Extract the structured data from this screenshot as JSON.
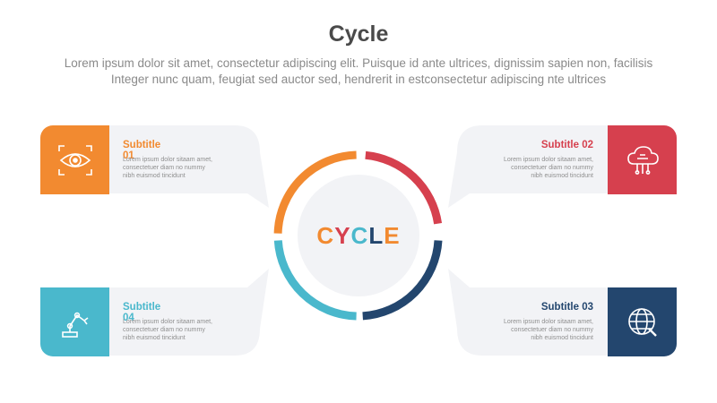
{
  "title": "Cycle",
  "description_line1": "Lorem ipsum dolor sit amet, consectetur adipiscing elit. Puisque id ante ultrices, dignissim sapien non, facilisis",
  "description_line2": "Integer nunc quam, feugiat sed auctor sed, hendrerit in estconsectetur adipiscing nte ultrices",
  "center": {
    "letters": [
      "C",
      "Y",
      "C",
      "L",
      "E"
    ],
    "letter_colors": [
      "#f28a30",
      "#d6404e",
      "#4ab8cc",
      "#23466e",
      "#f28a30"
    ]
  },
  "colors": {
    "orange": "#f28a30",
    "red": "#d6404e",
    "teal": "#4ab8cc",
    "navy": "#23466e",
    "panel": "#f2f3f6"
  },
  "items": [
    {
      "title": "Subtitle 01",
      "text1": "Lorem ipsum dolor sitaam amet,",
      "text2": "consectetuer diam no nummy",
      "text3": "nibh euismod tincidunt",
      "icon": "eye-icon",
      "color": "#f28a30"
    },
    {
      "title": "Subtitle 02",
      "text1": "Lorem ipsum dolor sitaam amet,",
      "text2": "consectetuer diam no nummy",
      "text3": "nibh euismod tincidunt",
      "icon": "cloud-network-icon",
      "color": "#d6404e"
    },
    {
      "title": "Subtitle 03",
      "text1": "Lorem ipsum dolor sitaam amet,",
      "text2": "consectetuer diam no nummy",
      "text3": "nibh euismod tincidunt",
      "icon": "globe-icon",
      "color": "#23466e"
    },
    {
      "title": "Subtitle 04",
      "text1": "Lorem ipsum dolor sitaam amet,",
      "text2": "consectetuer diam no nummy",
      "text3": "nibh euismod tincidunt",
      "icon": "robot-arm-icon",
      "color": "#4ab8cc"
    }
  ]
}
